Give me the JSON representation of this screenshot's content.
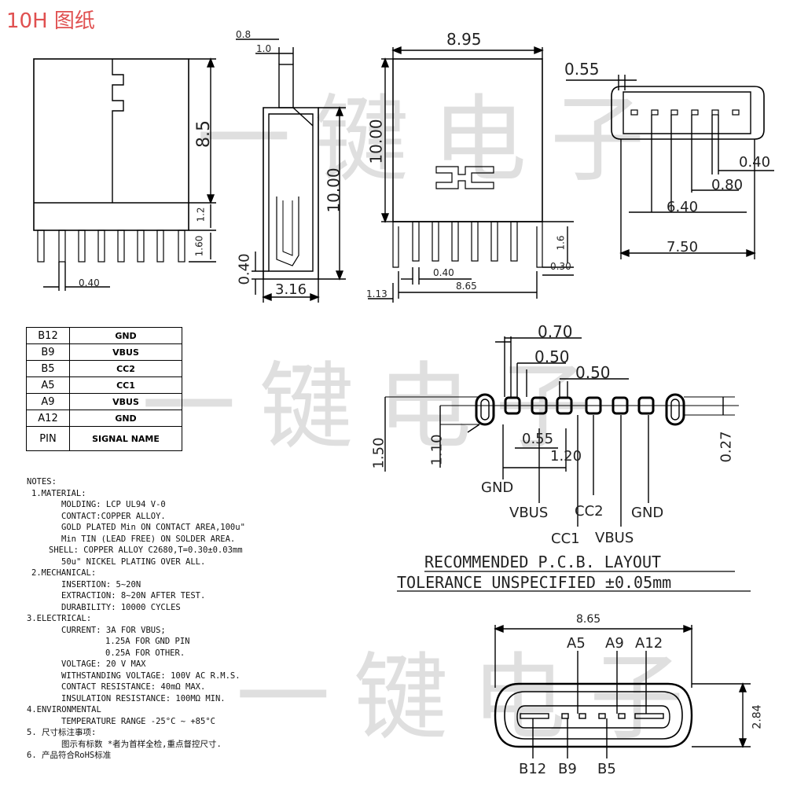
{
  "title": "10H 图纸",
  "watermark": "一键电子",
  "dims": {
    "d08": "0.8",
    "d10": "1.0",
    "d85": "8.5",
    "d12": "1.2",
    "d160": "1.60",
    "d040a": "0.40",
    "d1000a": "10.00",
    "d040b": "0.40",
    "d316": "3.16",
    "d895": "8.95",
    "d1000b": "10.00",
    "d040c": "0.40",
    "d865a": "8.65",
    "d113": "1.13",
    "d16": "1.6",
    "d030": "0.30",
    "d055": "0.55",
    "d040d": "0.40",
    "d080": "0.80",
    "d640": "6.40",
    "d750": "7.50",
    "p070": "0.70",
    "p050a": "0.50",
    "p050b": "0.50",
    "p150": "1.50",
    "p110": "1.10",
    "p055": "0.55",
    "p120": "1.20",
    "p027": "0.27",
    "b865": "8.65",
    "b284": "2.84"
  },
  "pin_table": {
    "rows": [
      {
        "pin": "B12",
        "signal": "GND"
      },
      {
        "pin": "B9",
        "signal": "VBUS"
      },
      {
        "pin": "B5",
        "signal": "CC2"
      },
      {
        "pin": "A5",
        "signal": "CC1"
      },
      {
        "pin": "A9",
        "signal": "VBUS"
      },
      {
        "pin": "A12",
        "signal": "GND"
      }
    ],
    "header": {
      "pin": "PIN",
      "signal": "SIGNAL NAME"
    }
  },
  "pcb_labels": {
    "gnd1": "GND",
    "vbus1": "VBUS",
    "cc2": "CC2",
    "gnd2": "GND",
    "cc1": "CC1",
    "vbus2": "VBUS"
  },
  "pcb_caption": {
    "line1": "RECOMMENDED   P.C.B.  LAYOUT",
    "line2": "TOLERANCE  UNSPECIFIED  ±0.05mm"
  },
  "face_labels": {
    "a5": "A5",
    "a9": "A9",
    "a12": "A12",
    "b12": "B12",
    "b9": "B9",
    "b5": "B5"
  },
  "notes": [
    {
      "cls": "",
      "text": "NOTES:"
    },
    {
      "cls": "i1",
      "text": "1.MATERIAL:"
    },
    {
      "cls": "i2",
      "text": "MOLDING: LCP UL94 V-0"
    },
    {
      "cls": "i2",
      "text": "CONTACT:COPPER ALLOY."
    },
    {
      "cls": "i2",
      "text": "GOLD PLATED Min ON CONTACT AREA,100u\""
    },
    {
      "cls": "i2",
      "text": "Min TIN (LEAD FREE) ON SOLDER AREA."
    },
    {
      "cls": "i4",
      "text": "SHELL: COPPER ALLOY C2680,T=0.30±0.03mm"
    },
    {
      "cls": "i2",
      "text": "      50u\" NICKEL PLATING OVER ALL."
    },
    {
      "cls": "i1",
      "text": "2.MECHANICAL:"
    },
    {
      "cls": "i2",
      "text": "INSERTION: 5~20N"
    },
    {
      "cls": "i2",
      "text": "EXTRACTION: 8~20N AFTER TEST."
    },
    {
      "cls": "i2",
      "text": "DURABILITY: 10000 CYCLES"
    },
    {
      "cls": "",
      "text": "3.ELECTRICAL:"
    },
    {
      "cls": "i2",
      "text": "CURRENT: 3A FOR VBUS;"
    },
    {
      "cls": "i3",
      "text": "1.25A FOR GND PIN"
    },
    {
      "cls": "i3",
      "text": "0.25A FOR OTHER."
    },
    {
      "cls": "i2",
      "text": "VOLTAGE: 20 V MAX"
    },
    {
      "cls": "i2",
      "text": "WITHSTANDING VOLTAGE: 100V AC R.M.S."
    },
    {
      "cls": "i2",
      "text": "CONTACT RESISTANCE: 40mΩ MAX."
    },
    {
      "cls": "i2",
      "text": "INSULATION RESISTANCE: 100MΩ MIN."
    },
    {
      "cls": "",
      "text": "4.ENVIRONMENTAL"
    },
    {
      "cls": "i2",
      "text": "TEMPERATURE RANGE  -25°C ~ +85°C"
    },
    {
      "cls": "",
      "text": "5. 尺寸标注事项:"
    },
    {
      "cls": "i2",
      "text": "图示有标数   *者为首样全检,重点督控尺寸."
    },
    {
      "cls": "",
      "text": "6. 产品符合RoHS标准"
    }
  ]
}
